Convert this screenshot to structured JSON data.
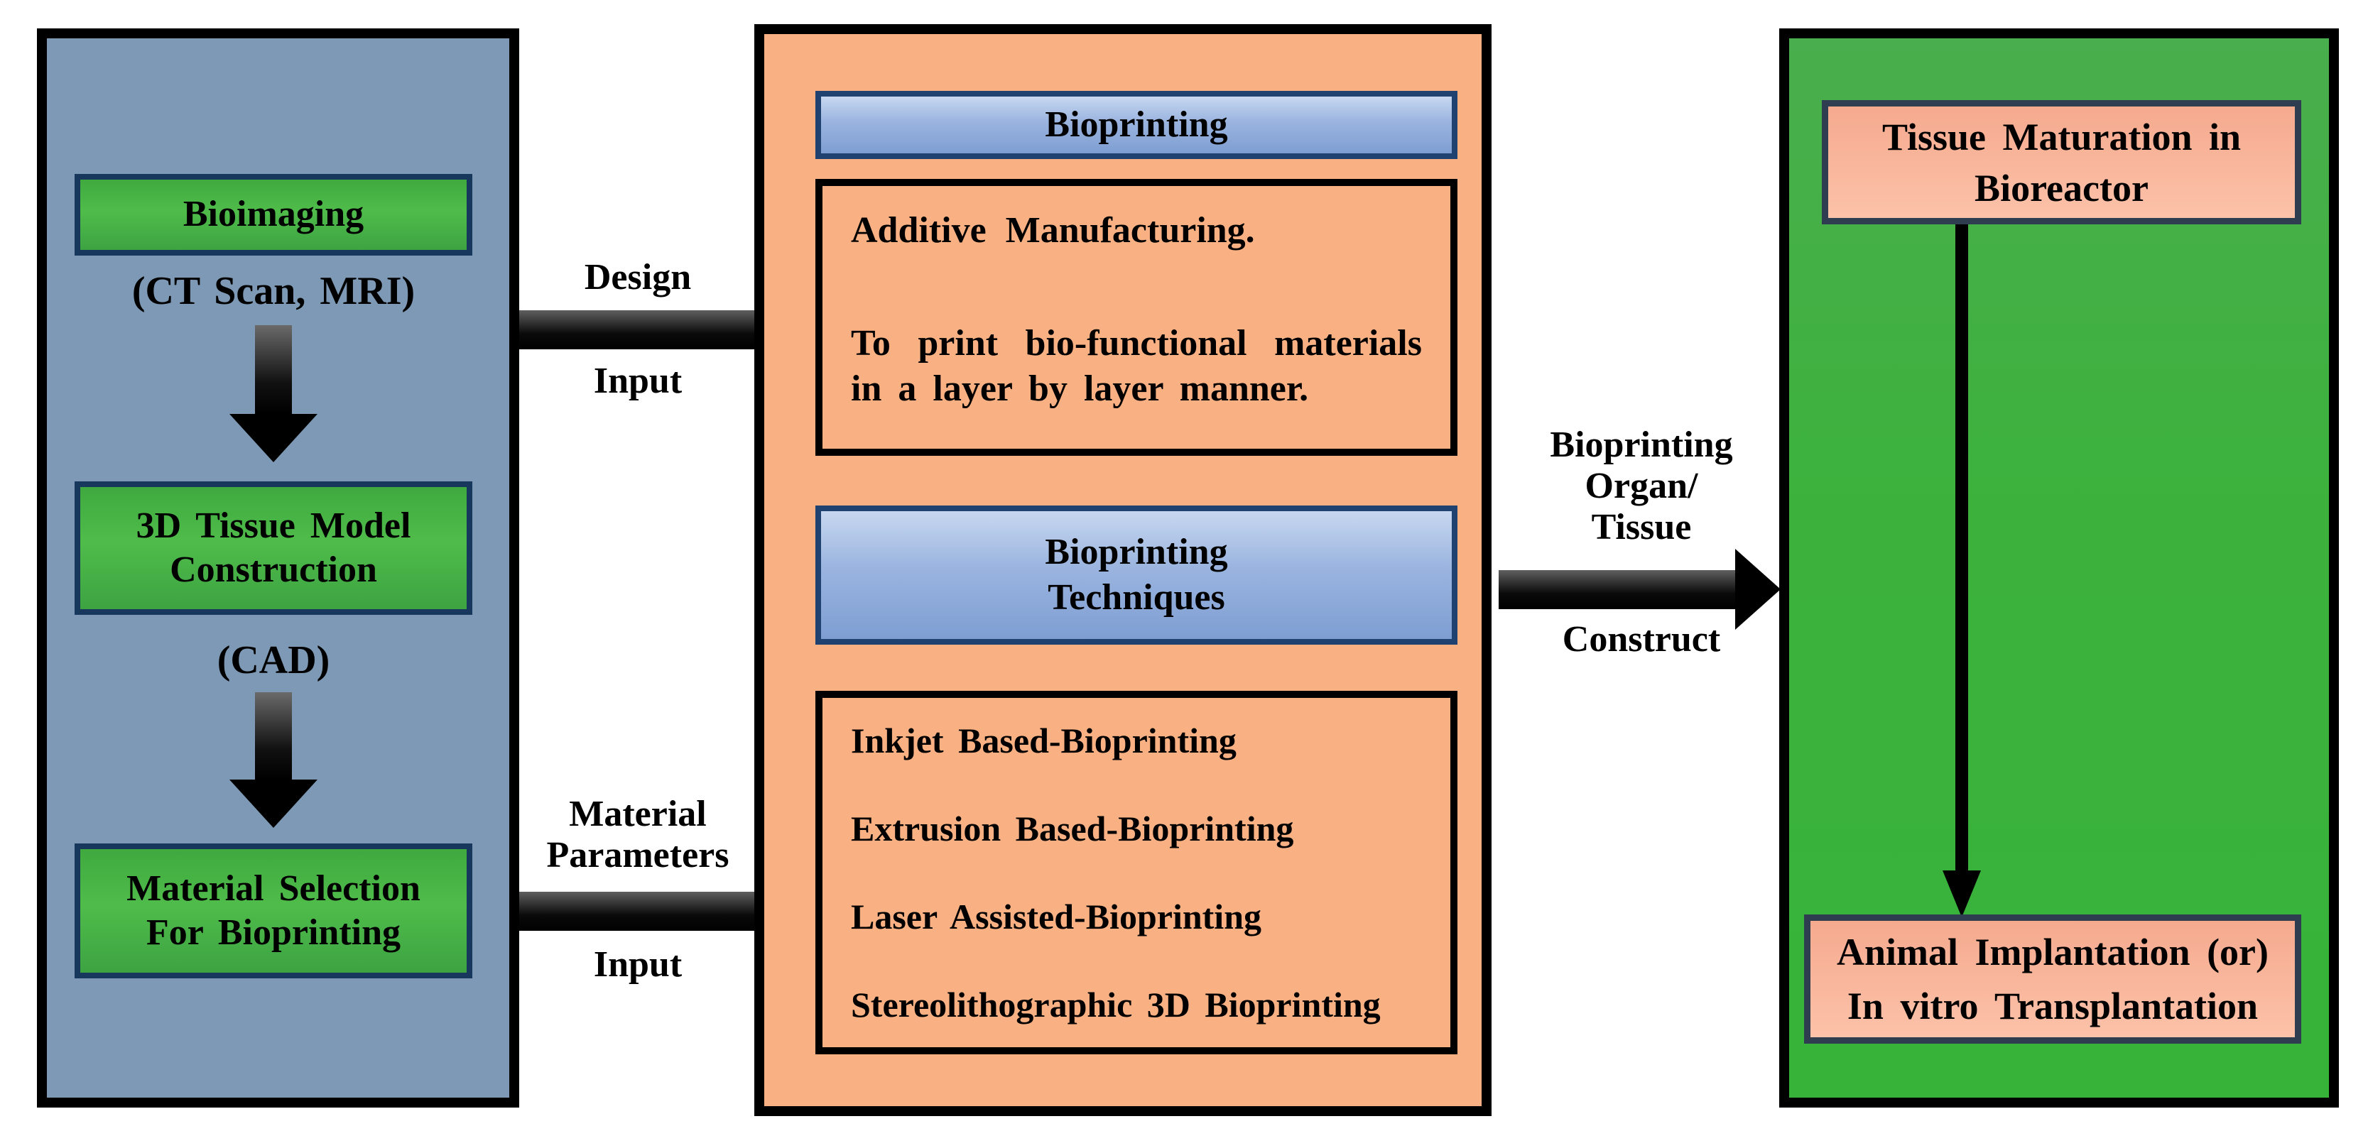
{
  "panels": {
    "imaging": {
      "box_bioimaging": "Bioimaging",
      "caption_modalities": "(CT Scan, MRI)",
      "box_model_lines": [
        "3D Tissue Model",
        "Construction"
      ],
      "caption_cad": "(CAD)",
      "box_material_lines": [
        "Material Selection",
        "For Bioprinting"
      ]
    },
    "bioprinting": {
      "header": "Bioprinting",
      "additive_title": "Additive Manufacturing.",
      "additive_body_lines": [
        "To print bio-functional materials",
        "in a layer by layer manner."
      ],
      "techniques_header_lines": [
        "Bioprinting",
        "Techniques"
      ],
      "techniques": [
        "Inkjet Based-Bioprinting",
        "Extrusion Based-Bioprinting",
        "Laser Assisted-Bioprinting",
        "Stereolithographic 3D Bioprinting"
      ]
    },
    "maturation": {
      "box_bioreactor_lines": [
        "Tissue Maturation in",
        "Bioreactor"
      ],
      "box_implantation_lines": [
        "Animal Implantation (or)",
        "In vitro Transplantation"
      ]
    }
  },
  "connectors": {
    "design_input": {
      "label_top": "Design",
      "label_bottom": "Input"
    },
    "material_input": {
      "label_top_lines": [
        "Material",
        "Parameters"
      ],
      "label_bottom": "Input"
    },
    "construct": {
      "label_top_lines": [
        "Bioprinting",
        "Organ/",
        "Tissue"
      ],
      "label_bottom": "Construct"
    }
  },
  "colors": {
    "panel_border": "#000000",
    "imaging_panel_bg": "#7e99b5",
    "bioprinting_panel_bg": "#f9b183",
    "maturation_panel_bg_top": "#49ae4d",
    "maturation_panel_bg_bottom": "#37b33a",
    "process_box_green": "#4fbc4a",
    "process_box_border": "#17375d",
    "header_box_blue_top": "#c7d7f0",
    "header_box_blue_bottom": "#7e9ed2",
    "header_box_border": "#1f4271",
    "result_box_salmon_top": "#f5aa8e",
    "result_box_salmon_bottom": "#fcc2a9",
    "result_box_border": "#2e3e50",
    "arrow_color": "#000000"
  }
}
